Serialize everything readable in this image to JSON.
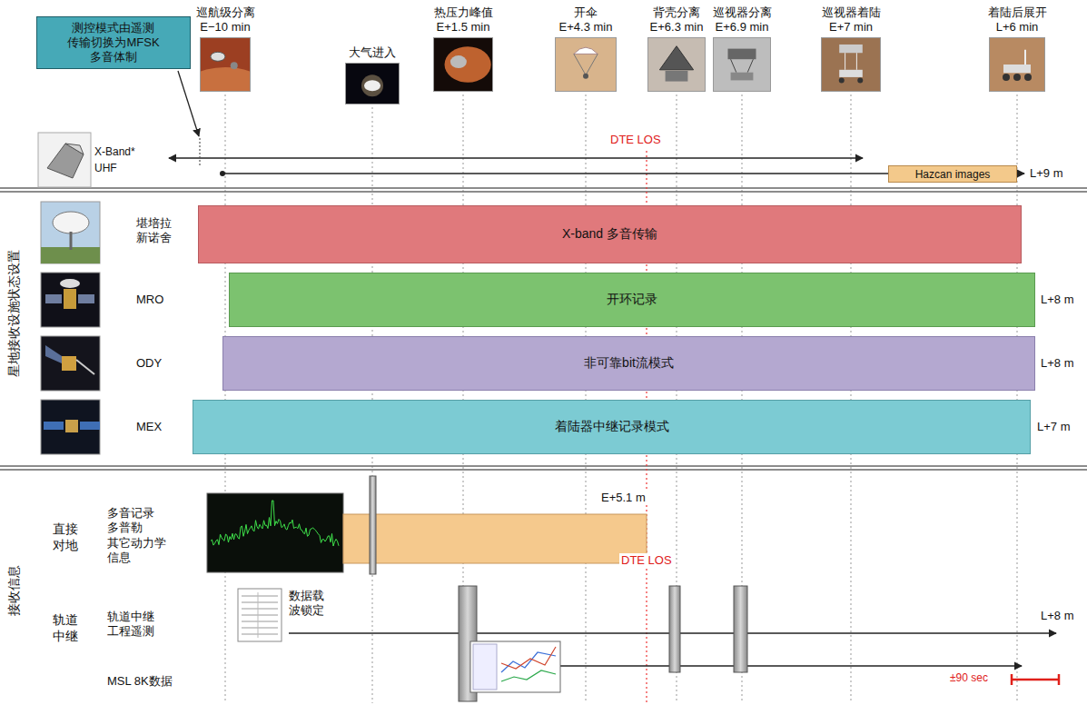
{
  "diagram": {
    "nodes": [
      {
        "text": [
          "测控模式由遥测 传输切换为MFSK 多音体制"
        ]
      },
      {
        "text": [
          "巡航级分离",
          "E−10 min"
        ]
      },
      {
        "text": [
          "大气进入"
        ]
      },
      {
        "text": [
          "热压力峰值",
          "E+1.5 min"
        ]
      },
      {
        "text": [
          "开伞",
          "E+4.3 min"
        ]
      },
      {
        "text": [
          "背壳分离",
          "E+6.3 min"
        ]
      },
      {
        "text": [
          "巡视器分离",
          "E+6.9 min"
        ]
      },
      {
        "text": [
          "巡视器着陆",
          "E+7 min"
        ]
      },
      {
        "text": [
          "着陆后展开",
          "L+6 min"
        ]
      },
      {
        "text": [
          "Hazcan images"
        ]
      },
      {
        "text": [
          "X-band 多音传输"
        ]
      },
      {
        "text": [
          "开环记录"
        ]
      },
      {
        "text": [
          "非可靠bit流模式"
        ]
      },
      {
        "text": [
          "着陆器中继记录模式"
        ]
      }
    ],
    "labels": [
      "X-Band*",
      "UHF",
      "DTE LOS",
      "L+9 m",
      "星地接收设施状态设置",
      "堪培拉 新诺舍",
      "MRO",
      "L+8 m",
      "ODY",
      "L+8 m",
      "MEX",
      "L+7 m",
      "接收信息",
      "直接 对地",
      "多音记录 多普勒 其它动力学 信息",
      "E+5.1 m",
      "DTE LOS",
      "数据载 波锁定",
      "轨道 中继",
      "轨道中继 工程遥测",
      "L+8 m",
      "MSL 8K数据",
      "±90 sec"
    ]
  }
}
